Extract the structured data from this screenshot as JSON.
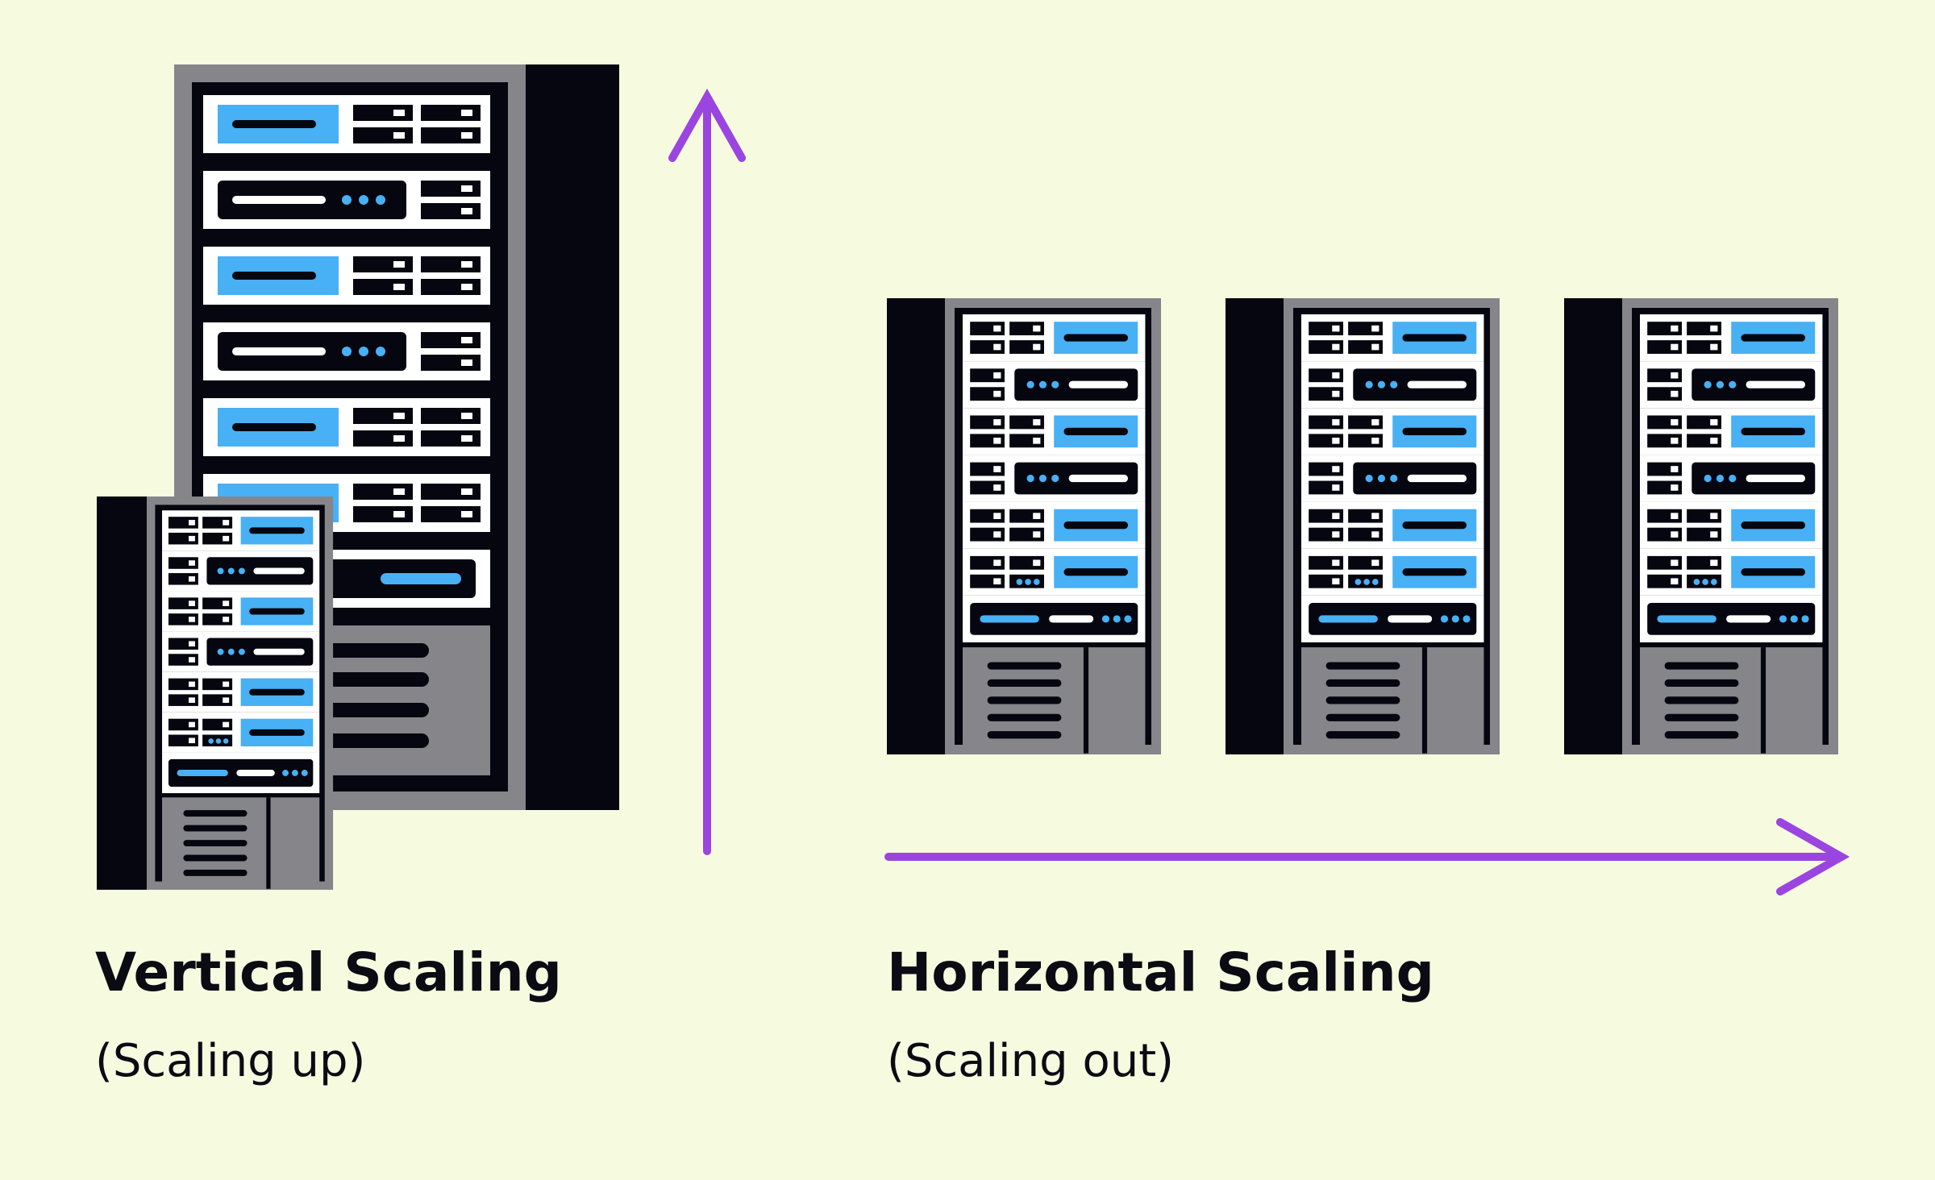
{
  "colors": {
    "background": "#f6fadf",
    "rack_gray": "#85858a",
    "rack_black": "#05060f",
    "unit_white": "#ffffff",
    "accent_blue": "#48b0f4",
    "arrow_purple": "#9b45e0"
  },
  "vertical": {
    "title": "Vertical Scaling",
    "subtitle": "(Scaling up)"
  },
  "horizontal": {
    "title": "Horizontal Scaling",
    "subtitle": "(Scaling out)"
  }
}
